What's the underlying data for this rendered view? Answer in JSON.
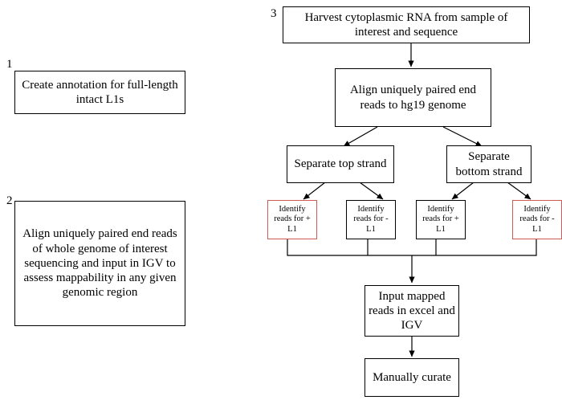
{
  "diagram": {
    "type": "flowchart",
    "step_labels": [
      {
        "id": "step1",
        "text": "1"
      },
      {
        "id": "step2",
        "text": "2"
      },
      {
        "id": "step3",
        "text": "3"
      }
    ],
    "nodes": [
      {
        "id": "n1",
        "text": "Create annotation for full-length intact L1s"
      },
      {
        "id": "n2",
        "text": "Align uniquely paired end reads of whole genome of interest sequencing and input in IGV to assess mappability in any given genomic region"
      },
      {
        "id": "n3",
        "text": "Harvest cytoplasmic RNA from sample of interest and sequence"
      },
      {
        "id": "n4",
        "text": "Align uniquely paired end reads to hg19 genome"
      },
      {
        "id": "n5",
        "text": "Separate top strand"
      },
      {
        "id": "n6",
        "text": "Separate bottom strand"
      },
      {
        "id": "n7",
        "text": "Identify reads for + L1"
      },
      {
        "id": "n8",
        "text": "Identify reads for - L1"
      },
      {
        "id": "n9",
        "text": "Identify reads for + L1"
      },
      {
        "id": "n10",
        "text": "Identify reads for - L1"
      },
      {
        "id": "n11",
        "text": "Input mapped reads in excel and IGV"
      },
      {
        "id": "n12",
        "text": "Manually curate"
      }
    ]
  },
  "colors": {
    "stroke": "#000000",
    "red_stroke": "#d05a56",
    "background": "#ffffff"
  }
}
